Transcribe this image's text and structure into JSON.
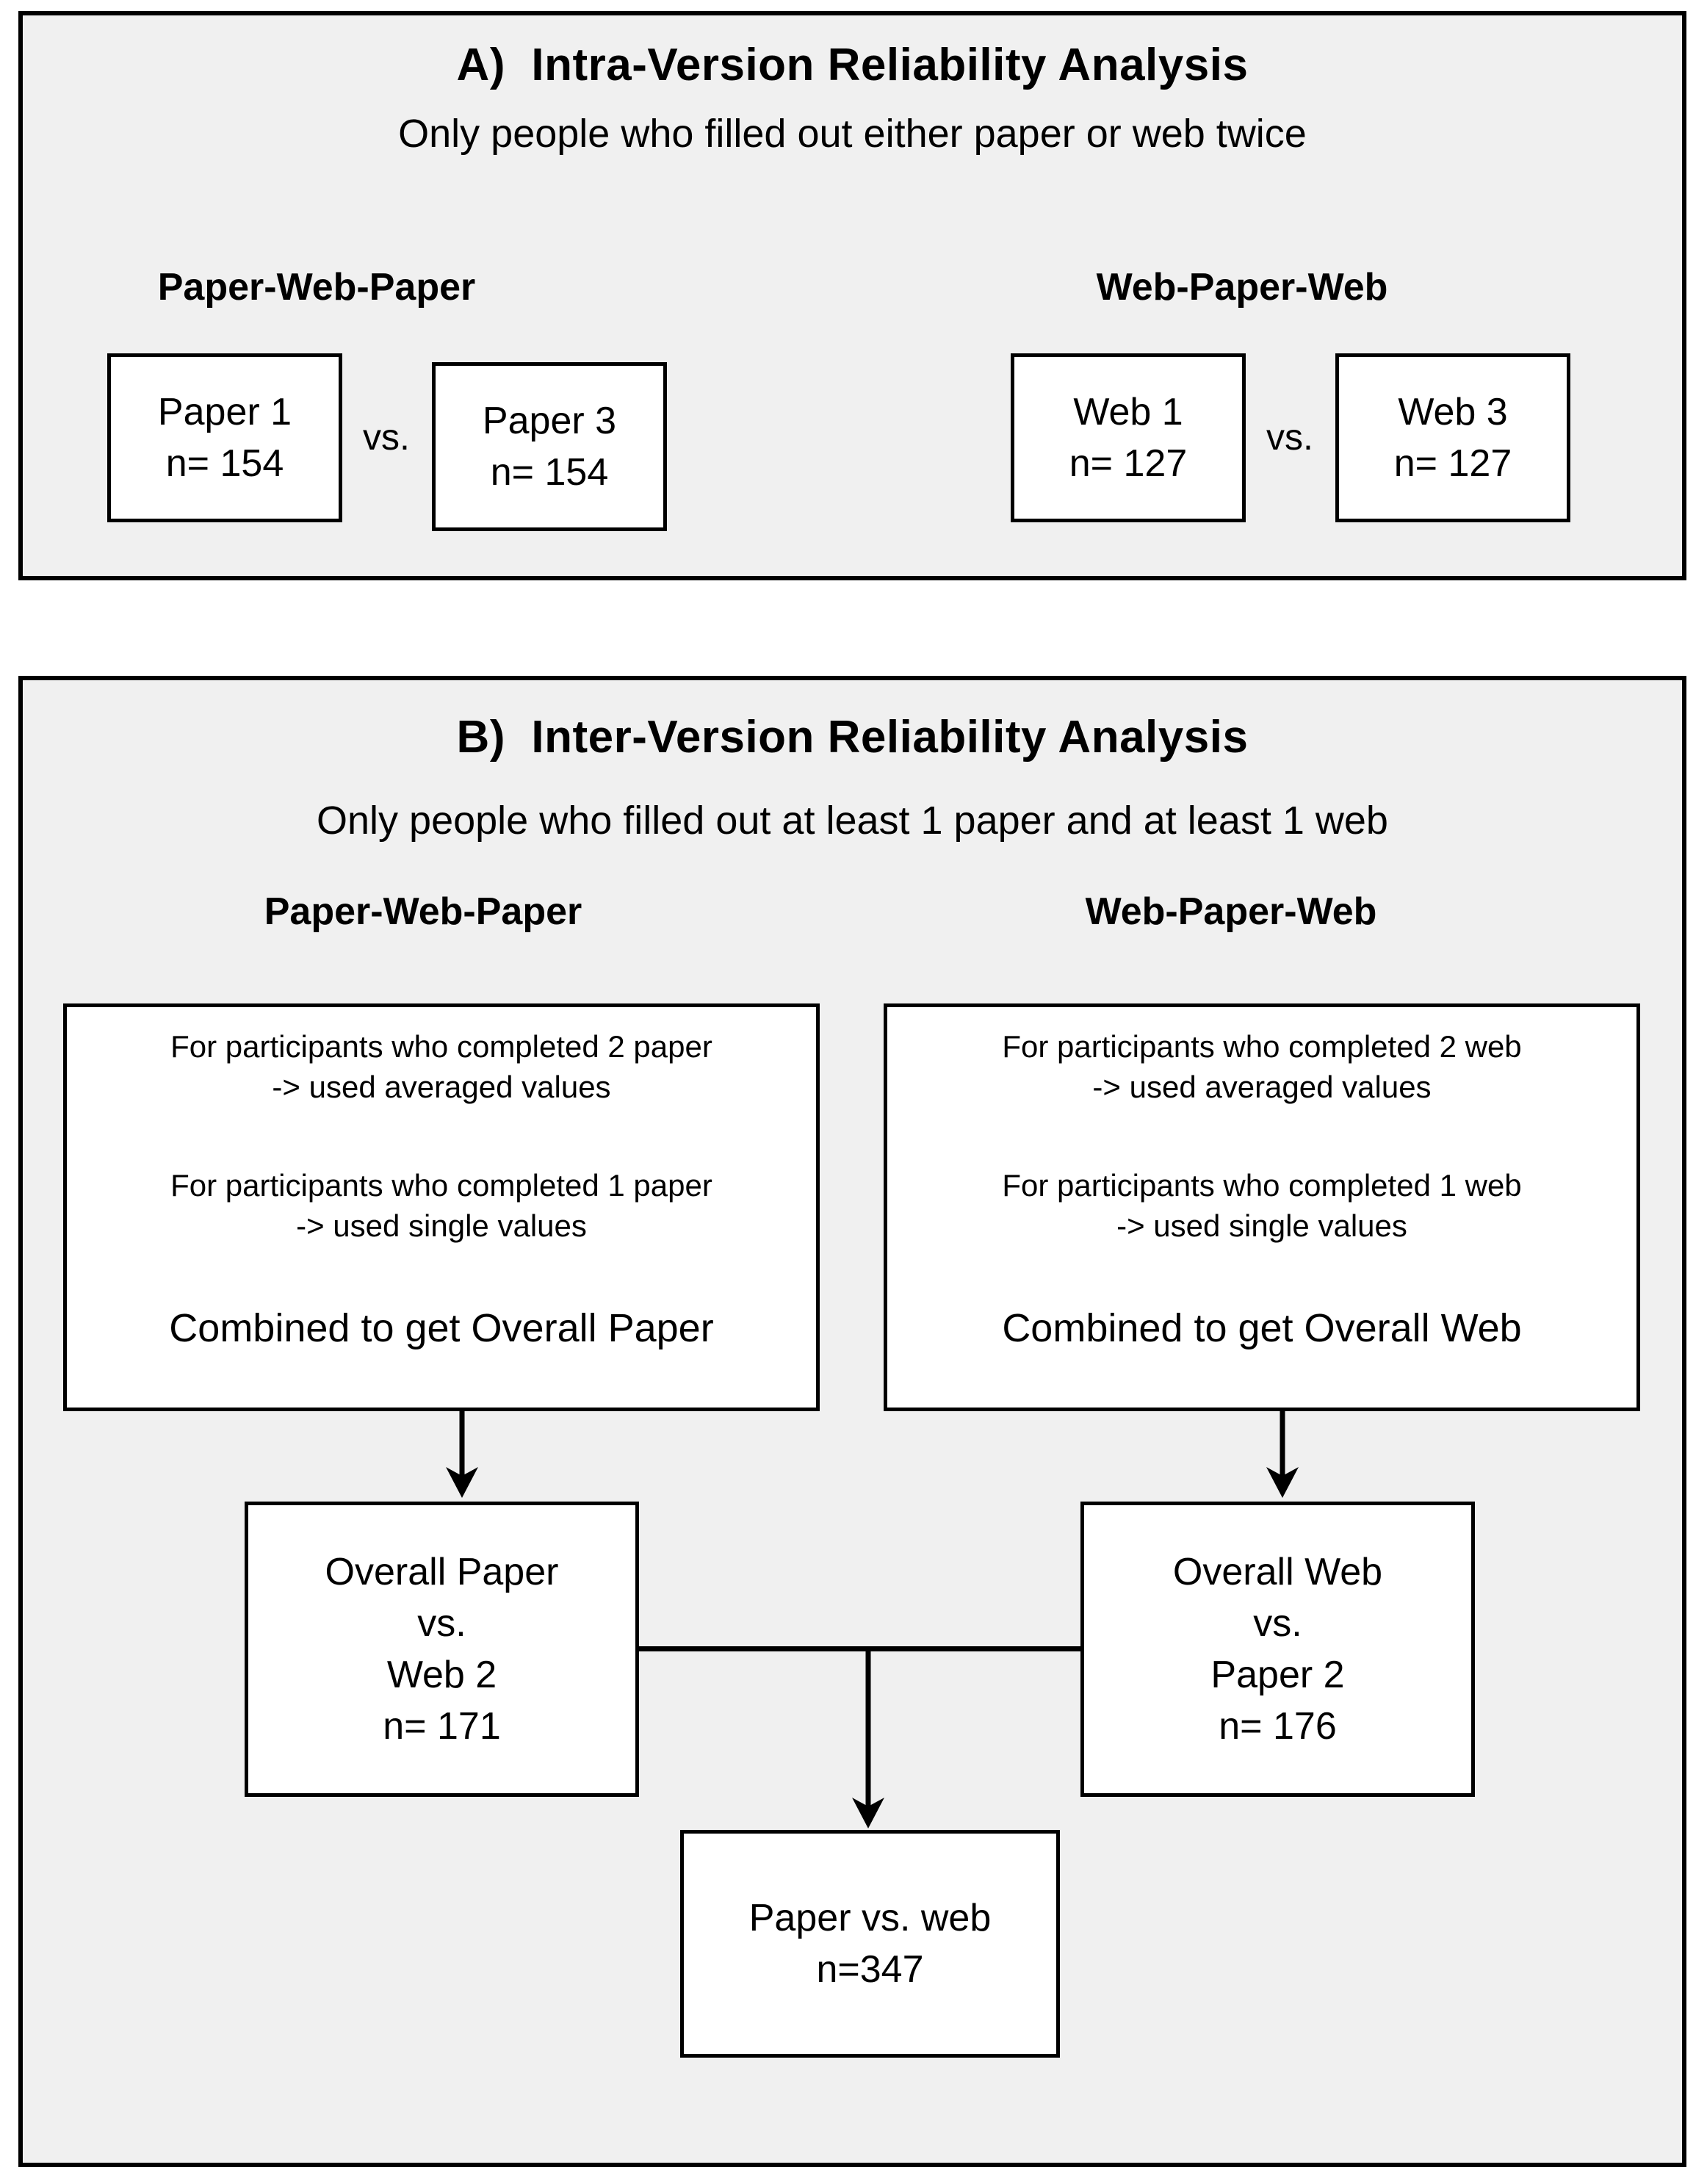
{
  "panel_a": {
    "title": "A)  Intra-Version Reliability Analysis",
    "subtitle": "Only people who filled out either paper or web twice",
    "groups": [
      {
        "title": "Paper-Web-Paper",
        "vs_label": "vs.",
        "left_box": {
          "line1": "Paper 1",
          "line2": "n= 154"
        },
        "right_box": {
          "line1": "Paper 3",
          "line2": "n= 154"
        }
      },
      {
        "title": "Web-Paper-Web",
        "vs_label": "vs.",
        "left_box": {
          "line1": "Web 1",
          "line2": "n= 127"
        },
        "right_box": {
          "line1": "Web 3",
          "line2": "n= 127"
        }
      }
    ]
  },
  "panel_b": {
    "title": "B)  Inter-Version Reliability Analysis",
    "subtitle": "Only people who filled out at least 1 paper and at least 1 web",
    "groups": [
      {
        "title": "Paper-Web-Paper",
        "desc": {
          "rule1_line1": "For participants who completed 2 paper",
          "rule1_line2": "-> used averaged values",
          "rule2_line1": "For participants who completed 1 paper",
          "rule2_line2": "-> used single values",
          "combined": "Combined to get Overall Paper"
        },
        "result_box": {
          "line1": "Overall Paper",
          "line2": "vs.",
          "line3": "Web 2",
          "line4": "n= 171"
        }
      },
      {
        "title": "Web-Paper-Web",
        "desc": {
          "rule1_line1": "For participants who completed 2 web",
          "rule1_line2": "-> used averaged values",
          "rule2_line1": "For participants who completed 1 web",
          "rule2_line2": "-> used single values",
          "combined": "Combined to get Overall Web"
        },
        "result_box": {
          "line1": "Overall Web",
          "line2": "vs.",
          "line3": "Paper 2",
          "line4": "n= 176"
        }
      }
    ],
    "final_box": {
      "line1": "Paper vs. web",
      "line2": "n=347"
    }
  },
  "colors": {
    "panel_background": "#f0f0f0",
    "box_background": "#ffffff",
    "stroke": "#000000",
    "page_background": "#ffffff"
  }
}
